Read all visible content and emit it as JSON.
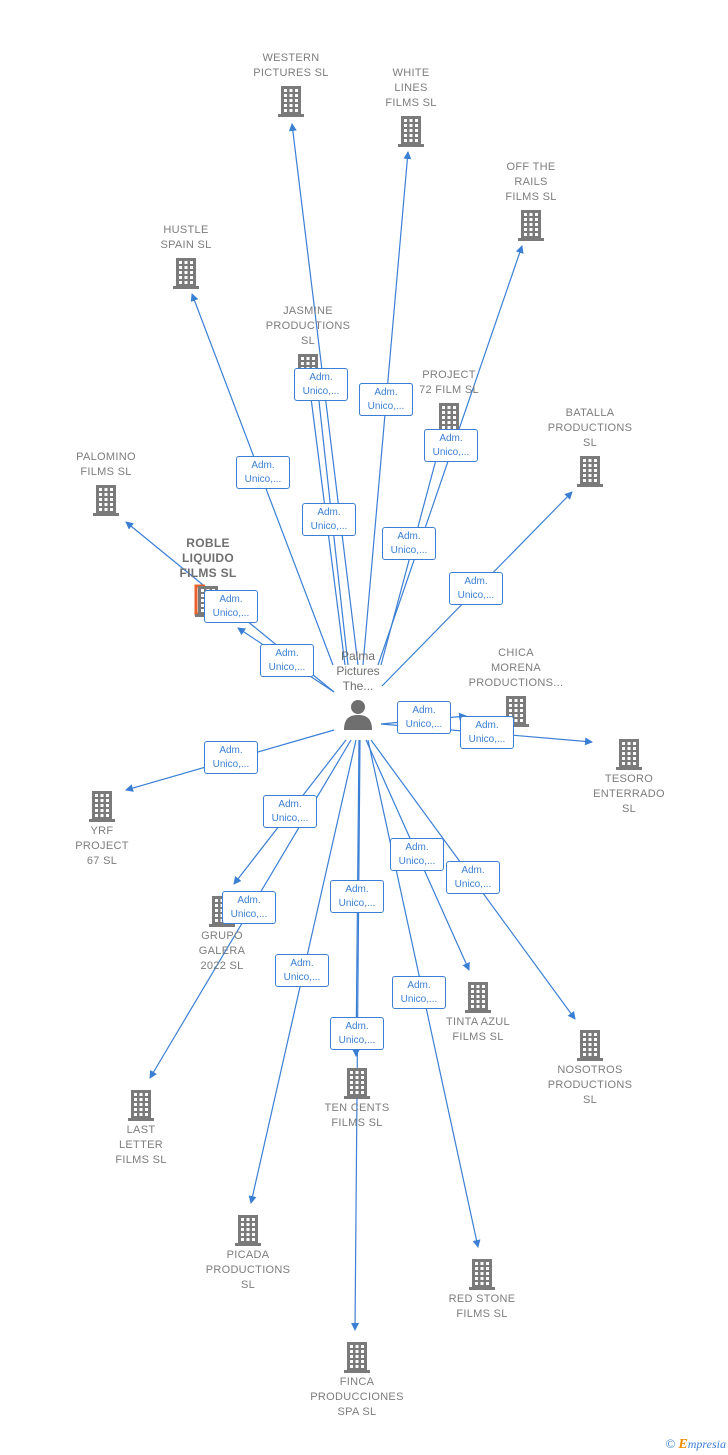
{
  "center": {
    "label": "Palma\nPictures\nThe...",
    "icon": "person-icon"
  },
  "edge_label": "Adm.\nUnico,...",
  "colors": {
    "edge": "#3b7fd4",
    "node_icon": "#7a7a7a",
    "highlight": "#e8622c",
    "text": "#7d7d7d"
  },
  "nodes": [
    {
      "id": "western",
      "label": "WESTERN\nPICTURES  SL"
    },
    {
      "id": "white",
      "label": "WHITE\nLINES\nFILMS  SL"
    },
    {
      "id": "offrails",
      "label": "OFF THE\nRAILS\nFILMS  SL"
    },
    {
      "id": "hustle",
      "label": "HUSTLE\nSPAIN  SL"
    },
    {
      "id": "jasmine",
      "label": "JASMINE\nPRODUCTIONS\nSL"
    },
    {
      "id": "project72",
      "label": "PROJECT\n72 FILM  SL"
    },
    {
      "id": "batalla",
      "label": "BATALLA\nPRODUCTIONS\nSL"
    },
    {
      "id": "palomino",
      "label": "PALOMINO\nFILMS  SL"
    },
    {
      "id": "roble",
      "label": "ROBLE\nLIQUIDO\nFILMS  SL",
      "highlight": true
    },
    {
      "id": "chica",
      "label": "CHICA\nMORENA\nPRODUCTIONS..."
    },
    {
      "id": "tesoro",
      "label": "TESORO\nENTERRADO\nSL"
    },
    {
      "id": "yrf",
      "label": "YRF\nPROJECT\n67  SL"
    },
    {
      "id": "galera",
      "label": "GRUPO\nGALERA\n2022  SL"
    },
    {
      "id": "tinta",
      "label": "TINTA AZUL\nFILMS  SL"
    },
    {
      "id": "nosotros",
      "label": "NOSOTROS\nPRODUCTIONS\nSL"
    },
    {
      "id": "tencents",
      "label": "TEN CENTS\nFILMS  SL"
    },
    {
      "id": "last",
      "label": "LAST\nLETTER\nFILMS  SL"
    },
    {
      "id": "picada",
      "label": "PICADA\nPRODUCTIONS\nSL"
    },
    {
      "id": "redstone",
      "label": "RED STONE\nFILMS  SL"
    },
    {
      "id": "finca",
      "label": "FINCA\nPRODUCCIONES\nSPA  SL"
    }
  ],
  "footer": {
    "copyright": "©",
    "brand_initial": "E",
    "brand_rest": "mpresia"
  }
}
